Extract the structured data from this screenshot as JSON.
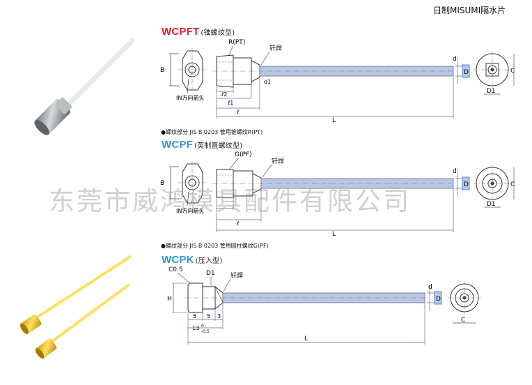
{
  "header": {
    "note": "日制MISUMI隔水片"
  },
  "colors": {
    "title_red": "#e02030",
    "title_blue": "#2f9ad6",
    "dim_line": "#6a6a9a",
    "pipe_fill": "#b8c8e4",
    "ruler_blue": "#2a6fd0"
  },
  "watermark": {
    "text": "东莞市威鸿模具配件有限公司"
  },
  "wcpft": {
    "title": "WCPFT",
    "subtitle": "(锥螺纹型)",
    "labels": {
      "thread": "R(PT)",
      "solder": "钎焊",
      "B": "B",
      "d": "d",
      "D": "D",
      "C": "C",
      "D1": "D1",
      "d1": "d1",
      "l2": "ℓ2",
      "l1": "ℓ1",
      "l": "ℓ",
      "L": "L",
      "in_arrow": "IN方向箭头"
    },
    "thread_note": "●螺纹部分   JIS B 0203 管用锥螺纹R(PT)"
  },
  "wcpf": {
    "title": "WCPF",
    "subtitle": "(英制直螺纹型)",
    "labels": {
      "thread": "G(PF)",
      "solder": "钎焊",
      "B": "B",
      "d": "d",
      "D": "D",
      "C": "C",
      "D1": "D1",
      "l": "ℓ",
      "L": "L",
      "in_arrow": "IN方向箭头"
    },
    "thread_note": "●螺纹部分   JIS B 0203 管用圆柱螺纹G(PF)"
  },
  "wcpk": {
    "title": "WCPK",
    "subtitle": "(压入型)",
    "labels": {
      "chamfer": "C0.5",
      "D1": "D1",
      "solder": "钎焊",
      "H": "H",
      "d": "d",
      "D": "D",
      "C": "C",
      "L": "L"
    },
    "dims": {
      "a": "5",
      "b": "5",
      "c": "3",
      "total": "13",
      "tol_upper": "0",
      "tol_lower": "-0.5"
    }
  }
}
